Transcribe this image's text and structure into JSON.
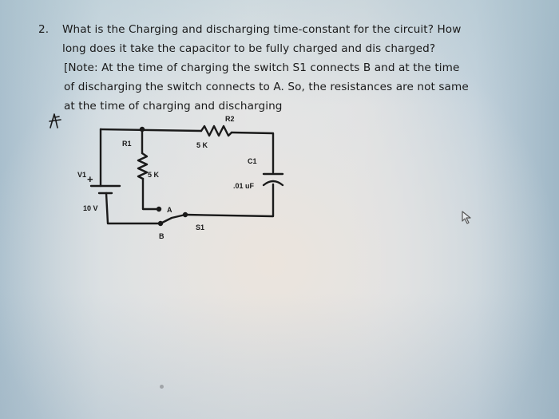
{
  "question": {
    "number": "2.",
    "lines": [
      "What is the Charging and discharging time-constant for the circuit? How",
      "long does it take the capacitor to be fully charged and dis charged?",
      "[Note: At the time of charging the switch S1 connects B and at the time",
      "of discharging the switch connects to A. So, the resistances are not same",
      "at the time of charging and discharging"
    ]
  },
  "annotation": {
    "handwritten_mark": "A"
  },
  "circuit": {
    "source": {
      "name": "V1",
      "polarity": "+",
      "value": "10 V"
    },
    "r1": {
      "name": "R1",
      "value": "5 K"
    },
    "r2": {
      "name": "R2",
      "value": "5 K"
    },
    "c1": {
      "name": "C1",
      "value": ".01 uF"
    },
    "switch": {
      "name": "S1",
      "terminal_a": "A",
      "terminal_b": "B"
    }
  },
  "colors": {
    "wire": "#1a1a1a",
    "text": "#1a1a1a"
  }
}
